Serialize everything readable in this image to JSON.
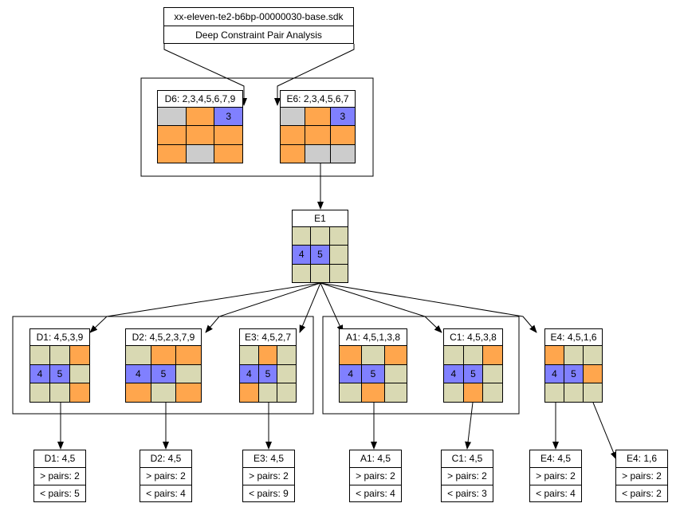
{
  "header": {
    "filename": "xx-eleven-te2-b6bp-00000030-base.sdk",
    "subtitle": "Deep Constraint Pair Analysis"
  },
  "colors": {
    "gray": "#cccccc",
    "orange": "#ffa64d",
    "blue": "#8080ff",
    "tan": "#d9d9b3",
    "border": "#000000"
  },
  "nodes": {
    "d6": {
      "title": "D6: 2,3,4,5,6,7,9",
      "grid": [
        [
          "gray",
          "orange",
          "blue"
        ],
        [
          "orange",
          "orange",
          "orange"
        ],
        [
          "orange",
          "gray",
          "orange"
        ]
      ],
      "cell_text": [
        [
          "",
          "",
          "3"
        ],
        [
          "",
          "",
          ""
        ],
        [
          "",
          "",
          ""
        ]
      ]
    },
    "e6": {
      "title": "E6: 2,3,4,5,6,7",
      "grid": [
        [
          "gray",
          "orange",
          "blue"
        ],
        [
          "orange",
          "orange",
          "orange"
        ],
        [
          "orange",
          "gray",
          "gray"
        ]
      ],
      "cell_text": [
        [
          "",
          "",
          "3"
        ],
        [
          "",
          "",
          ""
        ],
        [
          "",
          "",
          ""
        ]
      ]
    },
    "e1": {
      "title": "E1",
      "grid": [
        [
          "tan",
          "tan",
          "tan"
        ],
        [
          "blue",
          "blue",
          "tan"
        ],
        [
          "tan",
          "tan",
          "tan"
        ]
      ],
      "cell_text": [
        [
          "",
          "",
          ""
        ],
        [
          "4",
          "5",
          ""
        ],
        [
          "",
          "",
          ""
        ]
      ]
    },
    "d1": {
      "title": "D1: 4,5,3,9",
      "grid": [
        [
          "tan",
          "tan",
          "orange"
        ],
        [
          "blue",
          "blue",
          "tan"
        ],
        [
          "tan",
          "tan",
          "orange"
        ]
      ],
      "cell_text": [
        [
          "",
          "",
          ""
        ],
        [
          "4",
          "5",
          ""
        ],
        [
          "",
          "",
          ""
        ]
      ]
    },
    "d2": {
      "title": "D2: 4,5,2,3,7,9",
      "grid": [
        [
          "tan",
          "orange",
          "orange"
        ],
        [
          "blue",
          "blue",
          "tan"
        ],
        [
          "orange",
          "tan",
          "orange"
        ]
      ],
      "cell_text": [
        [
          "",
          "",
          ""
        ],
        [
          "4",
          "5",
          ""
        ],
        [
          "",
          "",
          ""
        ]
      ]
    },
    "e3": {
      "title": "E3: 4,5,2,7",
      "grid": [
        [
          "tan",
          "orange",
          "tan"
        ],
        [
          "blue",
          "blue",
          "tan"
        ],
        [
          "orange",
          "tan",
          "tan"
        ]
      ],
      "cell_text": [
        [
          "",
          "",
          ""
        ],
        [
          "4",
          "5",
          ""
        ],
        [
          "",
          "",
          ""
        ]
      ]
    },
    "a1": {
      "title": "A1: 4,5,1,3,8",
      "grid": [
        [
          "orange",
          "tan",
          "orange"
        ],
        [
          "blue",
          "blue",
          "tan"
        ],
        [
          "tan",
          "orange",
          "tan"
        ]
      ],
      "cell_text": [
        [
          "",
          "",
          ""
        ],
        [
          "4",
          "5",
          ""
        ],
        [
          "",
          "",
          ""
        ]
      ]
    },
    "c1": {
      "title": "C1: 4,5,3,8",
      "grid": [
        [
          "tan",
          "tan",
          "orange"
        ],
        [
          "blue",
          "blue",
          "tan"
        ],
        [
          "tan",
          "orange",
          "tan"
        ]
      ],
      "cell_text": [
        [
          "",
          "",
          ""
        ],
        [
          "4",
          "5",
          ""
        ],
        [
          "",
          "",
          ""
        ]
      ]
    },
    "e4": {
      "title": "E4: 4,5,1,6",
      "grid": [
        [
          "orange",
          "tan",
          "tan"
        ],
        [
          "blue",
          "blue",
          "orange"
        ],
        [
          "tan",
          "tan",
          "tan"
        ]
      ],
      "cell_text": [
        [
          "",
          "",
          ""
        ],
        [
          "4",
          "5",
          ""
        ],
        [
          "",
          "",
          ""
        ]
      ]
    }
  },
  "results": {
    "d1": {
      "title": "D1: 4,5",
      "more": "> pairs: 2",
      "less": "< pairs: 5"
    },
    "d2": {
      "title": "D2: 4,5",
      "more": "> pairs: 2",
      "less": "< pairs: 4"
    },
    "e3": {
      "title": "E3: 4,5",
      "more": "> pairs: 2",
      "less": "< pairs: 9"
    },
    "a1": {
      "title": "A1: 4,5",
      "more": "> pairs: 2",
      "less": "< pairs: 4"
    },
    "c1": {
      "title": "C1: 4,5",
      "more": "> pairs: 2",
      "less": "< pairs: 3"
    },
    "e4a": {
      "title": "E4: 4,5",
      "more": "> pairs: 2",
      "less": "< pairs: 4"
    },
    "e4b": {
      "title": "E4: 1,6",
      "more": "> pairs: 2",
      "less": "< pairs: 2"
    }
  }
}
